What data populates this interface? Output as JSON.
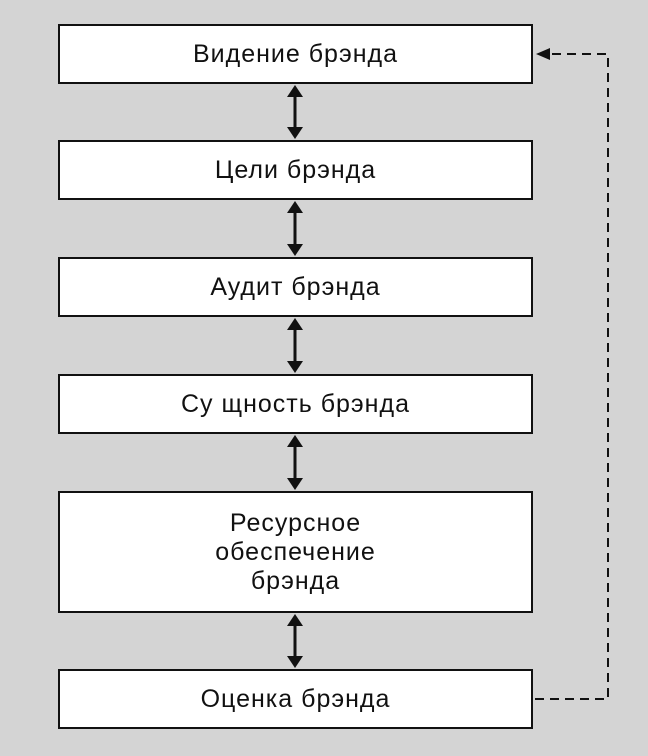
{
  "diagram": {
    "boxes": [
      {
        "label": "Видение брэнда"
      },
      {
        "label": "Цели брэнда"
      },
      {
        "label": "Аудит брэнда"
      },
      {
        "label": "Су щность брэнда"
      },
      {
        "label": "Ресурсное\nобеспечение\nбрэнда"
      },
      {
        "label": "Оценка брэнда"
      }
    ],
    "colors": {
      "background": "#d4d4d4",
      "box_fill": "#ffffff",
      "stroke": "#111111"
    }
  }
}
